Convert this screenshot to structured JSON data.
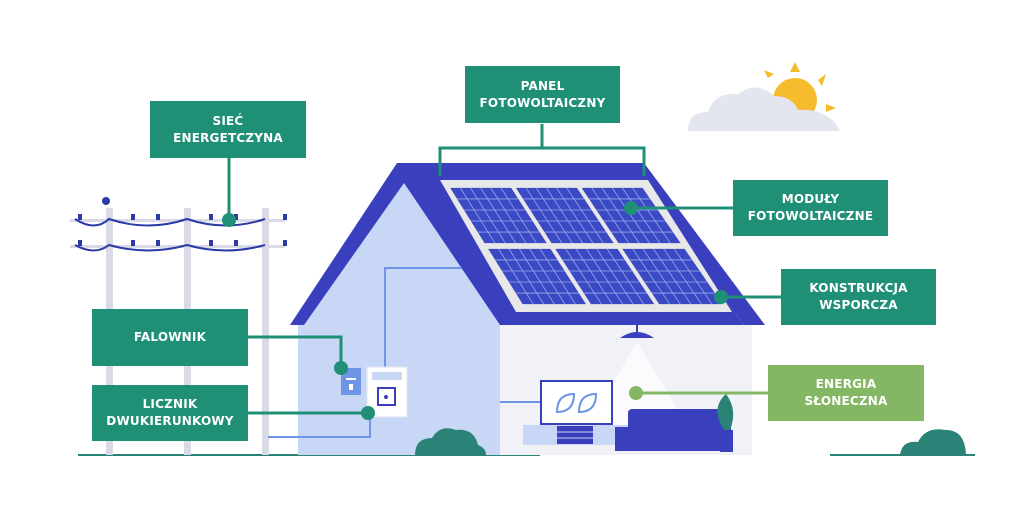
{
  "colors": {
    "label_teal": "#1f8f76",
    "label_green": "#84b763",
    "roof": "#3a3fbe",
    "wall_light": "#c9d7f7",
    "wall_white": "#f1f2f7",
    "panel_cell": "#3c49c4",
    "sun": "#f7bb2e",
    "bush": "#2a8376"
  },
  "labels": {
    "panel": "PANEL\nFOTOWOLTAICZNY",
    "grid": "SIEĆ\nENERGETCZYNA",
    "modules": "MODUŁY\nFOTOWOLTAICZNE",
    "structure": "KONSTRUKCJA\nWSPORCZA",
    "inverter": "FALOWNIK",
    "meter": "LICZNIK\nDWUKIERUNKOWY",
    "solar_energy": "ENERGIA\nSŁONECZNA"
  }
}
